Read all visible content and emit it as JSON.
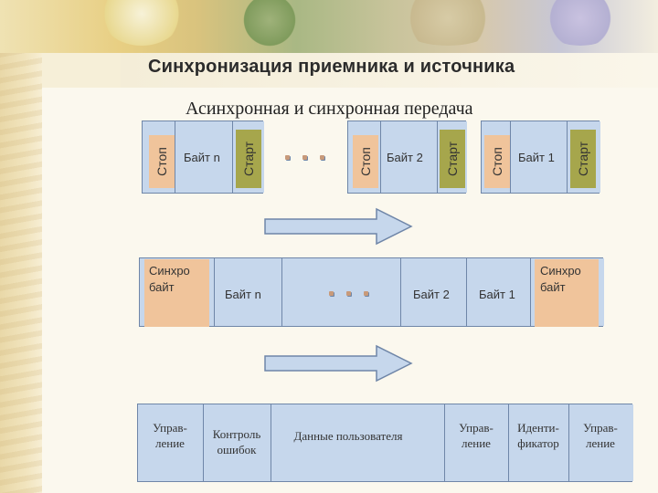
{
  "header": {
    "title": "Синхронизация приемника и источника",
    "subtitle": "Асинхронная и синхронная передача"
  },
  "async_row": {
    "stop_label": "Стоп",
    "start_label": "Старт",
    "bytes": [
      "Байт n",
      "Байт 2",
      "Байт 1"
    ]
  },
  "sync_row": {
    "sync_label": "Синхро\nбайт",
    "bytes": [
      "Байт n",
      "Байт 2",
      "Байт 1"
    ]
  },
  "frame_row": {
    "fields": [
      "Управ-\nление",
      "Контроль\nошибок",
      "Данные пользователя",
      "Управ-\nление",
      "Иденти-\nфикатор",
      "Управ-\nление"
    ]
  },
  "colors": {
    "cell_fill": "#c6d7ec",
    "stop_fill": "#f0c49b",
    "start_fill": "#a6a64c",
    "arrow_fill": "#c6d7ec"
  }
}
